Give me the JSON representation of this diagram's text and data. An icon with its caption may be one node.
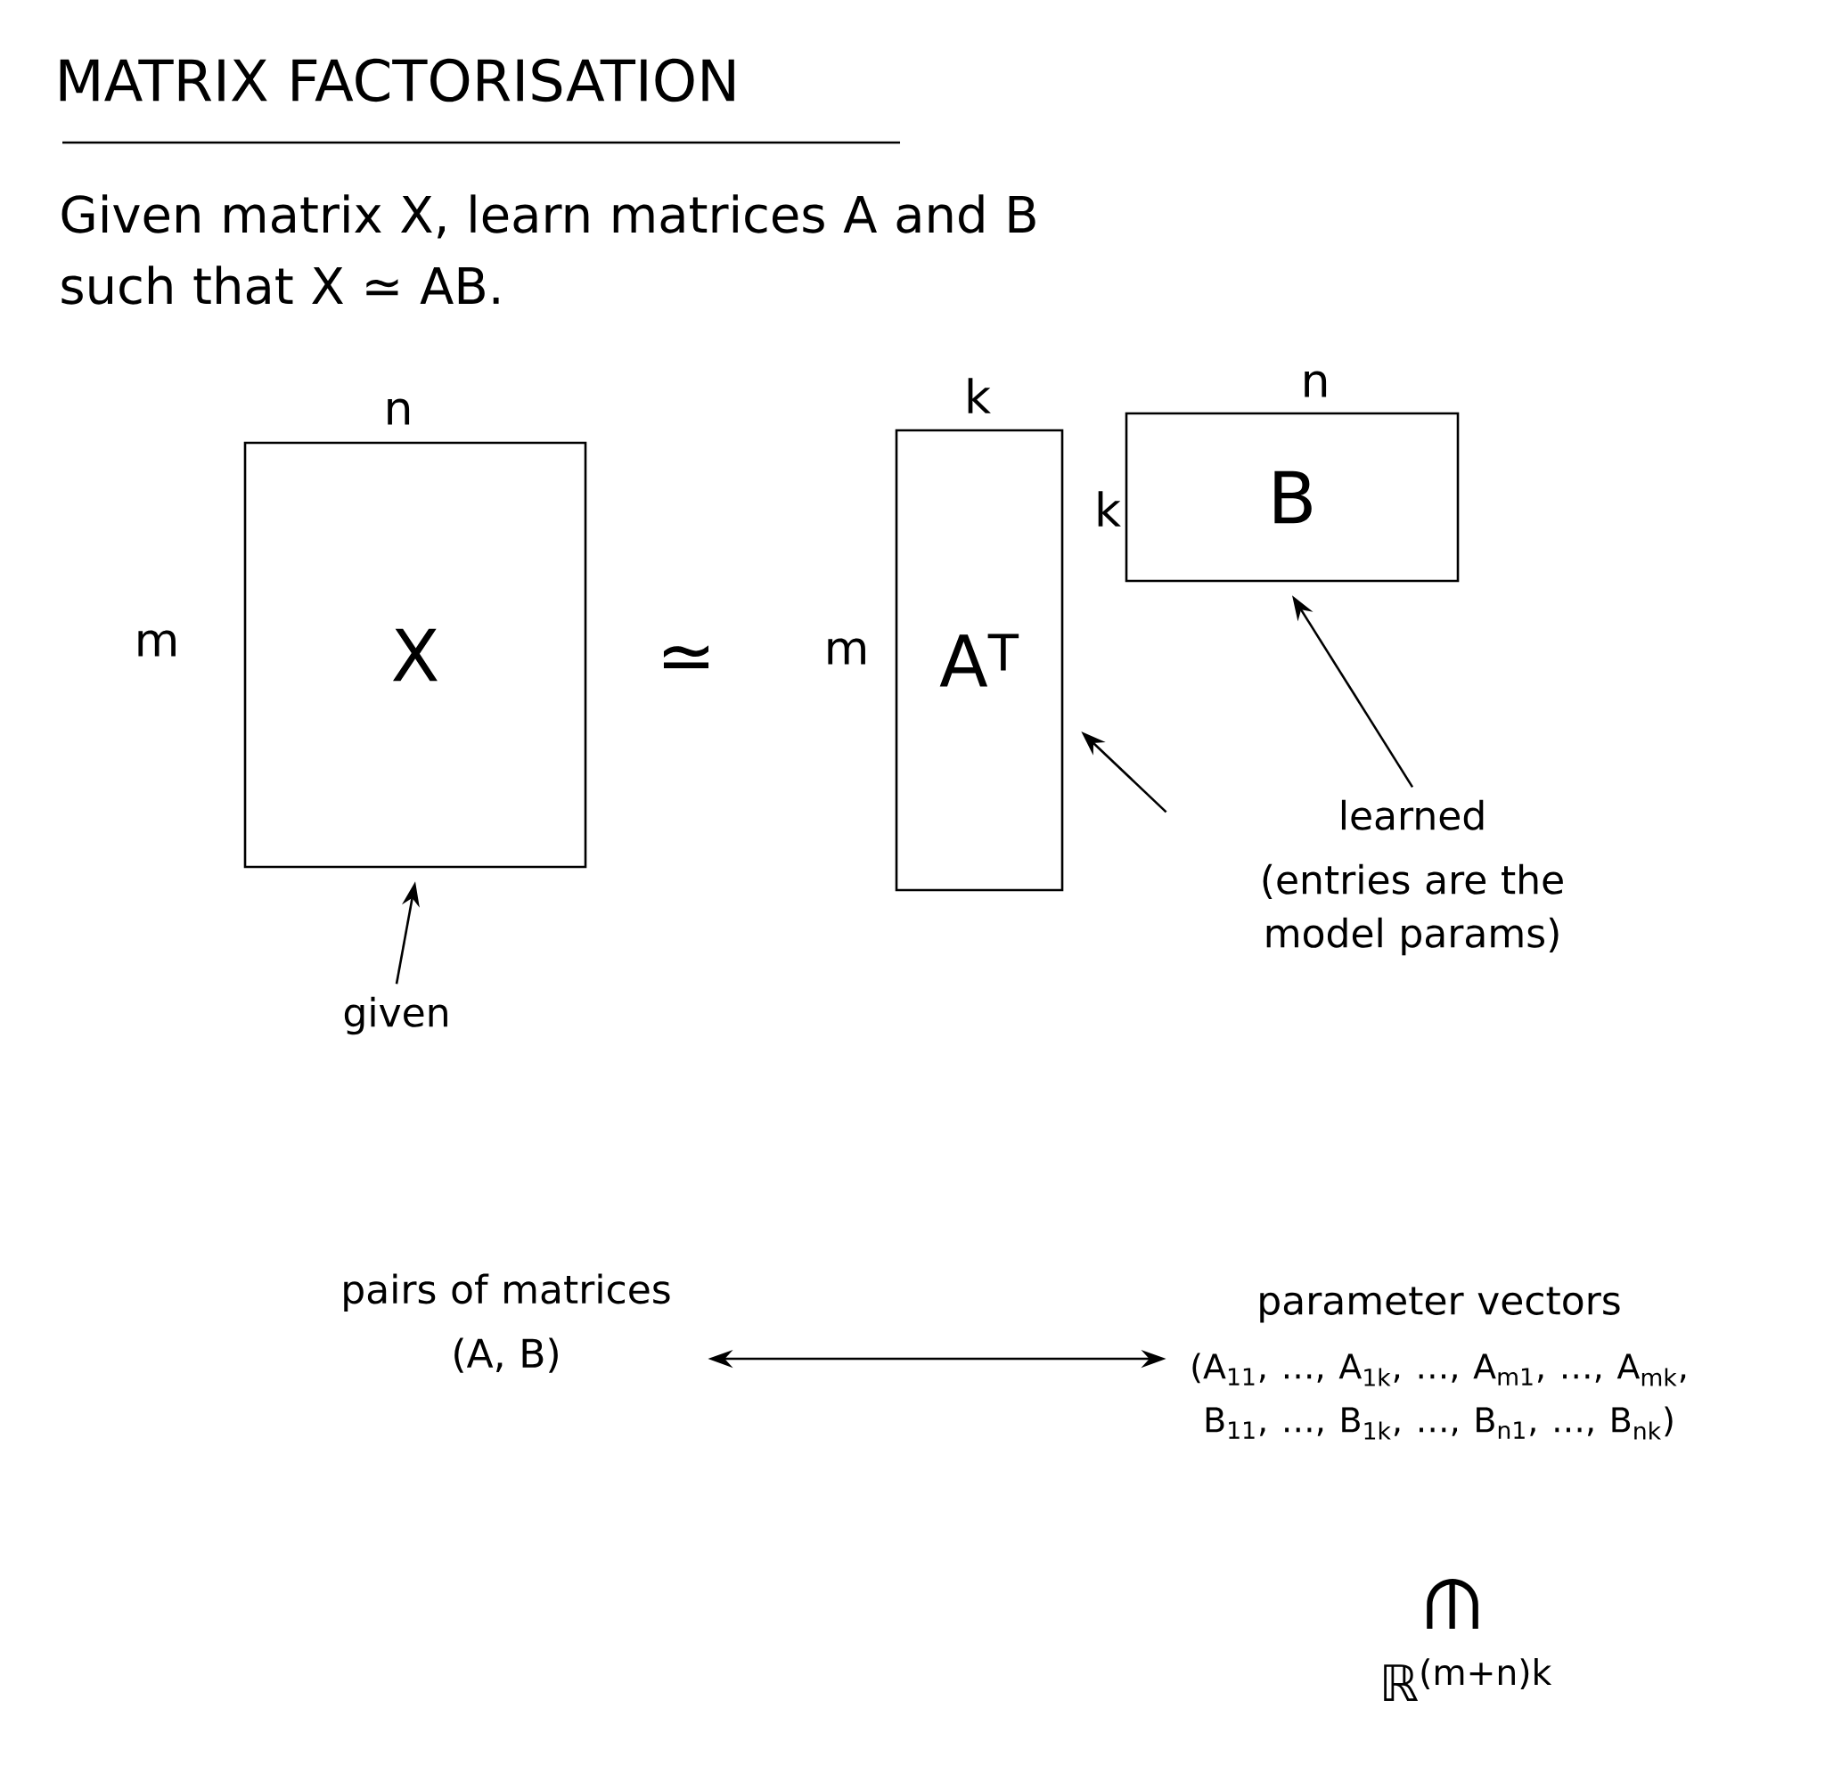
{
  "diagram": {
    "title": "MATRIX FACTORISATION",
    "nodes": [
      {
        "text": [
          "X"
        ],
        "beside": [
          "n",
          "m"
        ]
      },
      {
        "text": [
          "A$^{T}$"
        ],
        "beside": [
          "k",
          "m"
        ]
      },
      {
        "text": [
          "B"
        ],
        "beside": [
          "n",
          "k"
        ]
      },
      {
        "text": [
          "given"
        ]
      },
      {
        "text": [
          "learned",
          "(entries are the model params)"
        ]
      },
      {
        "text": [
          "pairs of matrices",
          "(A, B)"
        ]
      },
      {
        "text": [
          "parameter vectors",
          "(A$_{11}$, …, A$_{1k}$, …, A$_{m1}$, …, A$_{mk}$, B$_{11}$, …, B$_{1k}$, …, B$_{n1}$, …, B$_{nk}$)"
        ]
      },
      {
        "text": [
          "ℝ$^{(m+n)k}$"
        ]
      }
    ],
    "edges": [
      {
        "from": 3,
        "to": 0,
        "arrow": "to"
      },
      {
        "from": 4,
        "to": 1,
        "arrow": "to"
      },
      {
        "from": 4,
        "to": 2,
        "arrow": "to"
      },
      {
        "from": 5,
        "to": 6,
        "arrow": "both"
      }
    ],
    "labels": [
      "Given matrix X, learn matrices A and B such that X ≃ AB.",
      "≃",
      "∈"
    ]
  }
}
